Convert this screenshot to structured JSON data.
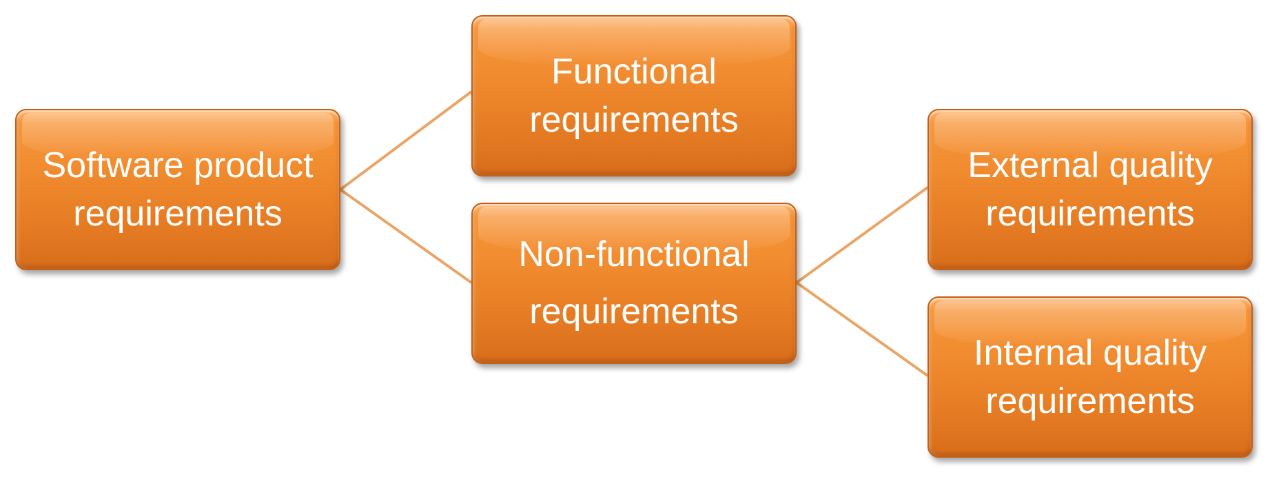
{
  "diagram": {
    "nodes": {
      "root": {
        "line1": "Software product",
        "line2": "requirements"
      },
      "functional": {
        "line1": "Functional",
        "line2": "requirements"
      },
      "nonfunctional": {
        "line1": "Non-functional",
        "line2": "requirements"
      },
      "external": {
        "line1": "External quality",
        "line2": "requirements"
      },
      "internal": {
        "line1": "Internal quality",
        "line2": "requirements"
      }
    },
    "colors": {
      "node_fill": "#f08a2e",
      "node_border": "#c65e14",
      "connector": "#f0a55c",
      "text": "#ffffff"
    },
    "edges": [
      {
        "from": "root",
        "to": "functional"
      },
      {
        "from": "root",
        "to": "nonfunctional"
      },
      {
        "from": "nonfunctional",
        "to": "external"
      },
      {
        "from": "nonfunctional",
        "to": "internal"
      }
    ]
  }
}
